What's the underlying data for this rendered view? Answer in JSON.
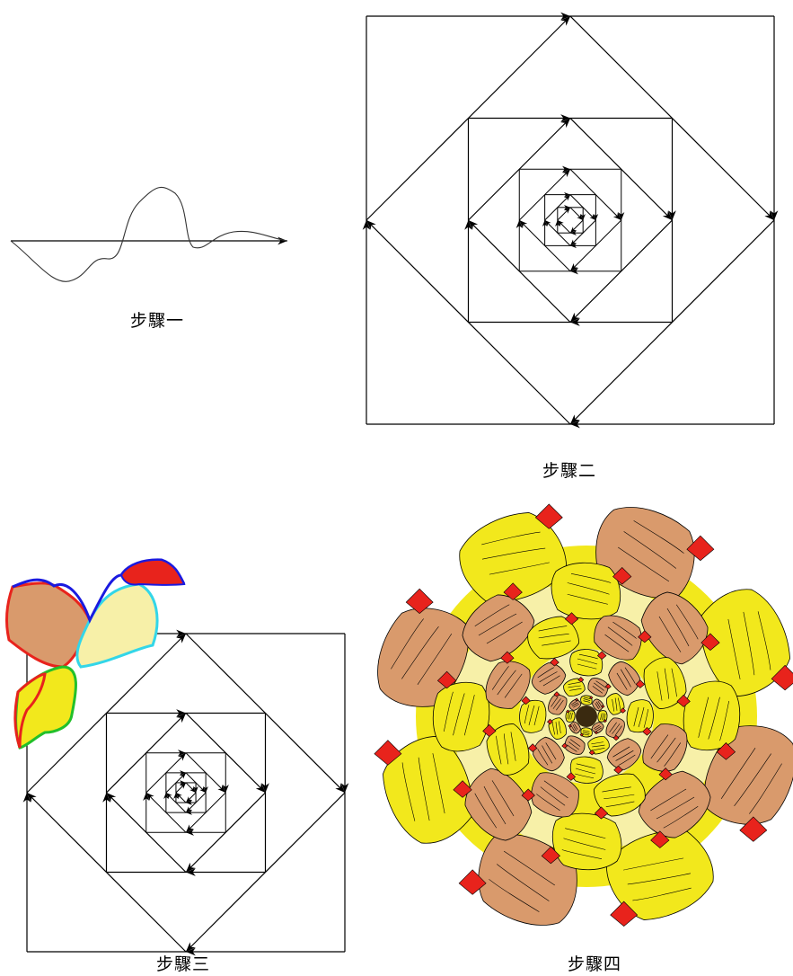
{
  "captions": {
    "step1": "步驟一",
    "step2": "步驟二",
    "step3": "步驟三",
    "step4": "步驟四"
  },
  "colors": {
    "line": "#000000",
    "tan": "#d99a6c",
    "cream": "#f7f0a8",
    "yellow": "#f2e81c",
    "red": "#e8231c",
    "outline_red": "#e8231c",
    "outline_blue": "#1a1ae0",
    "outline_cyan": "#33d6e8",
    "outline_green": "#22c02a"
  }
}
